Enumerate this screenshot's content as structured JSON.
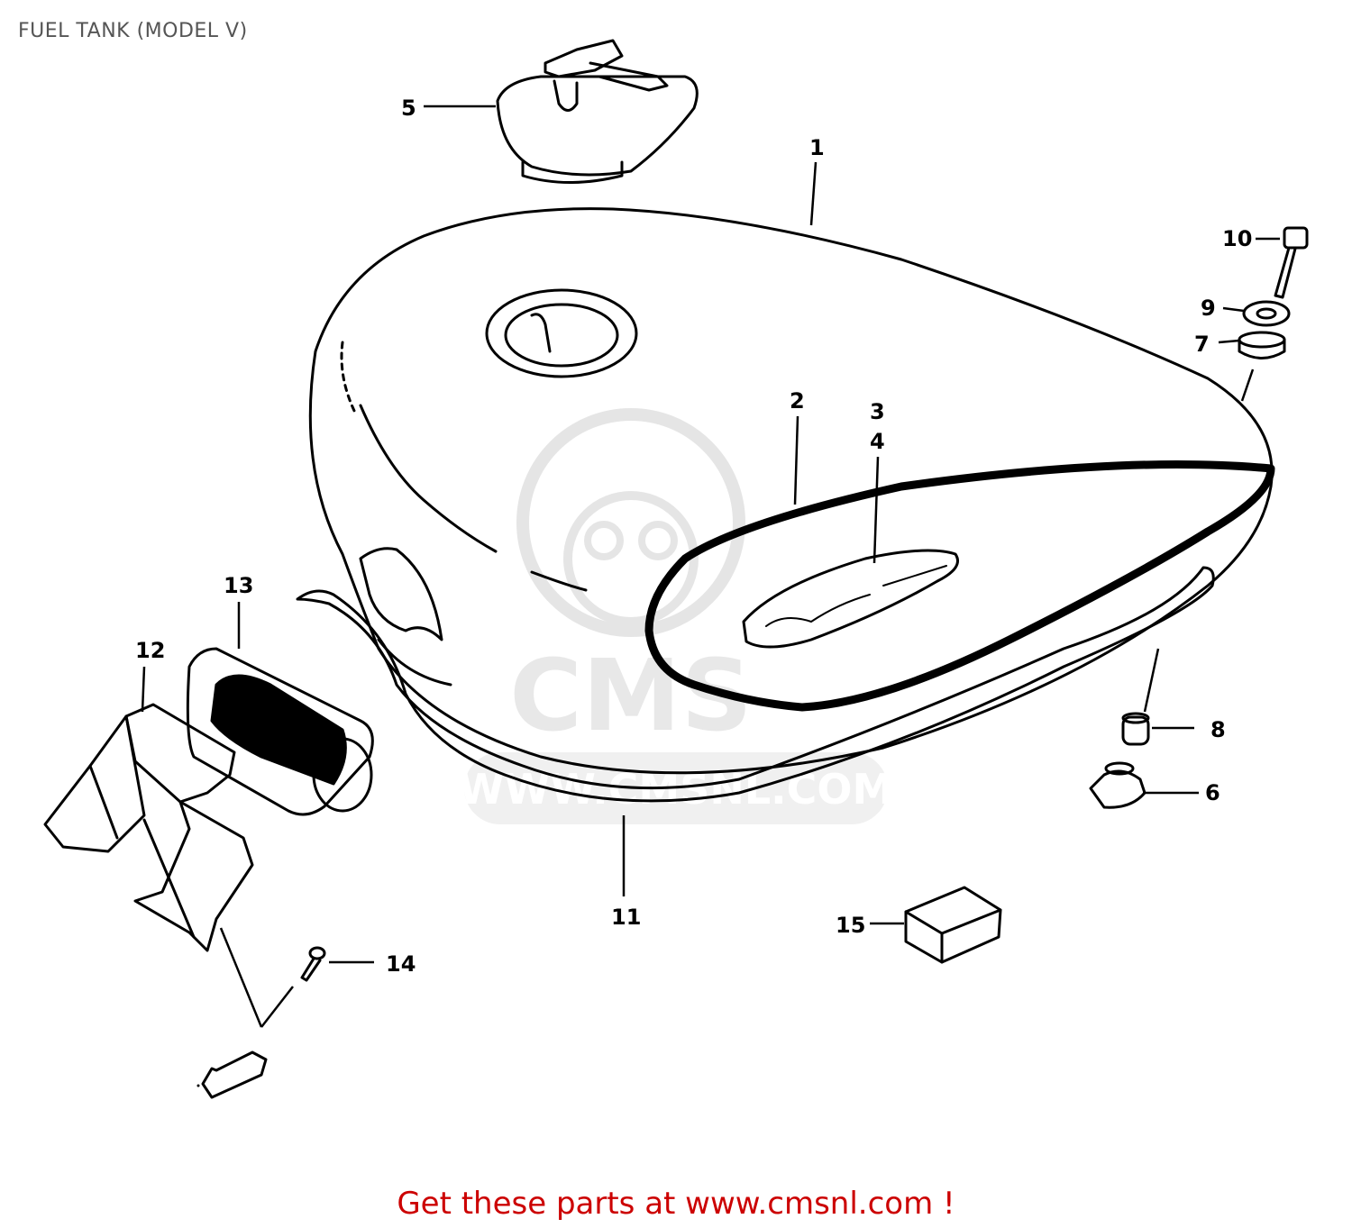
{
  "header": {
    "title": "FUEL TANK (MODEL V)"
  },
  "watermark": {
    "logo_text": "CMS",
    "url_text": "WWW.CMSNL.COM"
  },
  "callouts": [
    {
      "id": "1",
      "label": "1"
    },
    {
      "id": "2",
      "label": "2"
    },
    {
      "id": "3",
      "label": "3"
    },
    {
      "id": "4",
      "label": "4"
    },
    {
      "id": "5",
      "label": "5"
    },
    {
      "id": "6",
      "label": "6"
    },
    {
      "id": "7",
      "label": "7"
    },
    {
      "id": "8",
      "label": "8"
    },
    {
      "id": "9",
      "label": "9"
    },
    {
      "id": "10",
      "label": "10"
    },
    {
      "id": "11",
      "label": "11"
    },
    {
      "id": "12",
      "label": "12"
    },
    {
      "id": "13",
      "label": "13"
    },
    {
      "id": "14",
      "label": "14"
    },
    {
      "id": "15",
      "label": "15"
    }
  ],
  "footer": {
    "text": "Get these parts at www.cmsnl.com !"
  },
  "colors": {
    "footer": "#cc0000",
    "title": "#555555",
    "watermark": "#d0d0d0"
  }
}
